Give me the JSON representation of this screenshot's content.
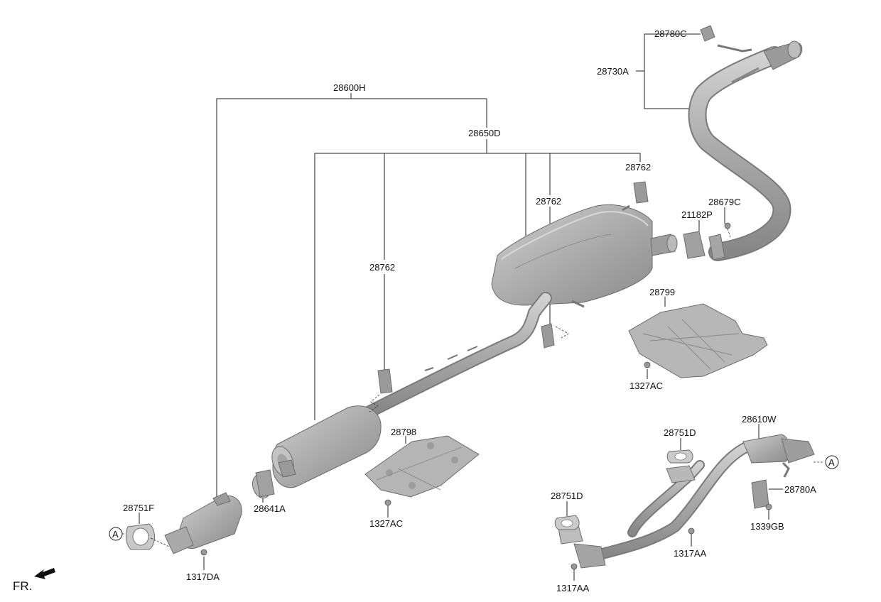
{
  "labels": {
    "l28600H": "28600H",
    "l28650D": "28650D",
    "l28762a": "28762",
    "l28762b": "28762",
    "l28762c": "28762",
    "l28780C": "28780C",
    "l28730A": "28730A",
    "l21182P": "21182P",
    "l28679C": "28679C",
    "l28799": "28799",
    "l1327ACa": "1327AC",
    "l28798": "28798",
    "l1327ACb": "1327AC",
    "l28641A": "28641A",
    "l28751F": "28751F",
    "l1317DA": "1317DA",
    "l28610W": "28610W",
    "l28751Da": "28751D",
    "l28751Db": "28751D",
    "l28780A": "28780A",
    "l1339GB": "1339GB",
    "l1317AAa": "1317AA",
    "l1317AAb": "1317AA",
    "refA1": "A",
    "refA2": "A",
    "fr": "FR."
  },
  "colors": {
    "part": "#a9a9a9",
    "part_dark": "#8a8a8a",
    "part_light": "#c9c9c9",
    "line": "#222222"
  }
}
